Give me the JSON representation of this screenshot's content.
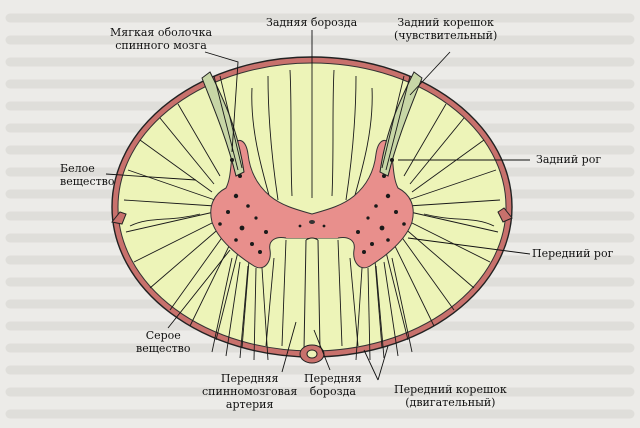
{
  "colors": {
    "background": "#ecebe8",
    "white_matter": "#edf4b8",
    "gray_matter": "#e88f8c",
    "membrane": "#c8716c",
    "outline": "#222222",
    "nuclei": "#1a1a1a"
  },
  "labels": {
    "pia_mater": [
      "Мягкая оболочка",
      "спинного мозга"
    ],
    "posterior_sulcus": [
      "Задняя борозда"
    ],
    "posterior_root": [
      "Задний корешок",
      "(чувствительный)"
    ],
    "white_matter": [
      "Белое",
      "вещество"
    ],
    "posterior_horn": [
      "Задний рог"
    ],
    "anterior_horn": [
      "Передний рог"
    ],
    "gray_matter": [
      "Серое",
      "вещество"
    ],
    "anterior_spinal_artery": [
      "Передняя",
      "спинномозговая",
      "артерия"
    ],
    "anterior_fissure": [
      "Передняя",
      "борозда"
    ],
    "anterior_root": [
      "Передний корешок",
      "(двигательный)"
    ]
  }
}
